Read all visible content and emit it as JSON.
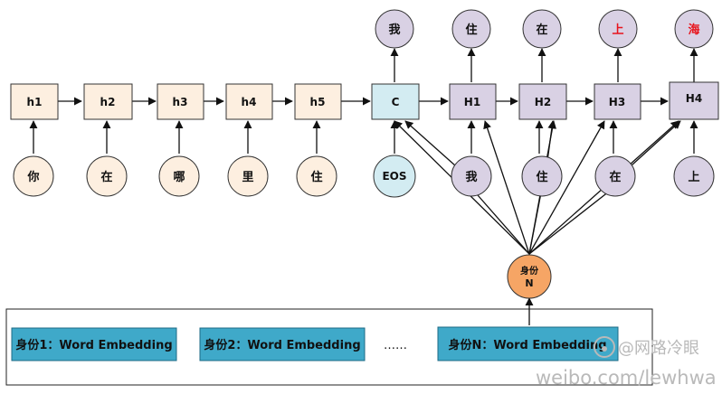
{
  "encoder": {
    "states": [
      "h1",
      "h2",
      "h3",
      "h4",
      "h5"
    ],
    "inputs": [
      "你",
      "在",
      "哪",
      "里",
      "住"
    ]
  },
  "context": {
    "label": "C",
    "input": "EOS",
    "output": "我"
  },
  "decoder": {
    "states": [
      "H1",
      "H2",
      "H3",
      "H4"
    ],
    "inputs": [
      "我",
      "住",
      "在",
      "上"
    ],
    "outputs": [
      "住",
      "在",
      "上",
      "海"
    ]
  },
  "identity": {
    "line1": "身份",
    "line2": "N"
  },
  "embeddings": [
    "身份1：Word Embedding",
    "身份2：Word Embedding",
    "身份N：Word Embedding"
  ],
  "ellipsis": "……",
  "watermark": {
    "line1": "@网路冷眼",
    "line2": "weibo.com/lewhwa"
  },
  "colors": {
    "encoder_fill": "#fdefe0",
    "context_fill": "#d3ecf2",
    "decoder_fill": "#d9d1e4",
    "identity_fill": "#f6a565",
    "embedding_fill": "#3fa9c9",
    "highlight_text": "#e8141c"
  }
}
